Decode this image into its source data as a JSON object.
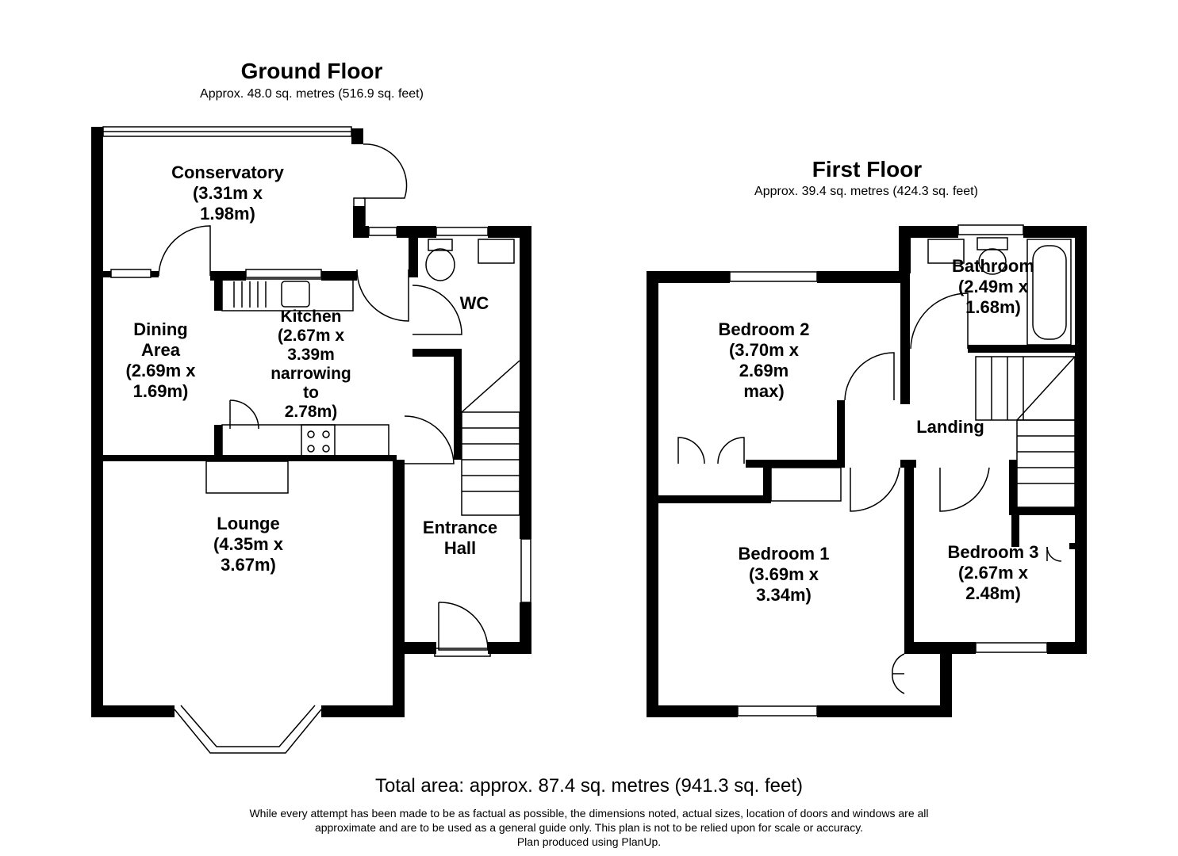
{
  "ground_floor": {
    "title": "Ground Floor",
    "area": "Approx. 48.0 sq. metres (516.9 sq. feet)",
    "rooms": {
      "conservatory": [
        "Conservatory",
        "(3.31m x",
        "1.98m)"
      ],
      "dining": [
        "Dining",
        "Area",
        "(2.69m x",
        "1.69m)"
      ],
      "kitchen": [
        "Kitchen",
        "(2.67m x",
        "3.39m",
        "narrowing",
        "to",
        "2.78m)"
      ],
      "wc": [
        "WC"
      ],
      "lounge": [
        "Lounge",
        "(4.35m x",
        "3.67m)"
      ],
      "hall": [
        "Entrance",
        "Hall"
      ]
    }
  },
  "first_floor": {
    "title": "First Floor",
    "area": "Approx. 39.4 sq. metres (424.3 sq. feet)",
    "rooms": {
      "bathroom": [
        "Bathroom",
        "(2.49m x",
        "1.68m)"
      ],
      "bedroom2": [
        "Bedroom 2",
        "(3.70m x",
        "2.69m",
        "max)"
      ],
      "landing": [
        "Landing"
      ],
      "bedroom1": [
        "Bedroom 1",
        "(3.69m x",
        "3.34m)"
      ],
      "bedroom3": [
        "Bedroom 3",
        "(2.67m x",
        "2.48m)"
      ]
    }
  },
  "total_area": "Total area: approx. 87.4 sq. metres (941.3 sq. feet)",
  "disclaimer": [
    "While every attempt has been made to be as factual as possible, the dimensions noted, actual sizes, location of doors and windows are all",
    "approximate and are to be used as a general guide only. This plan is not to be relied upon for scale or accuracy.",
    "Plan produced using PlanUp."
  ],
  "colors": {
    "wall": "#000000",
    "background": "#ffffff",
    "fixture": "#555555"
  }
}
